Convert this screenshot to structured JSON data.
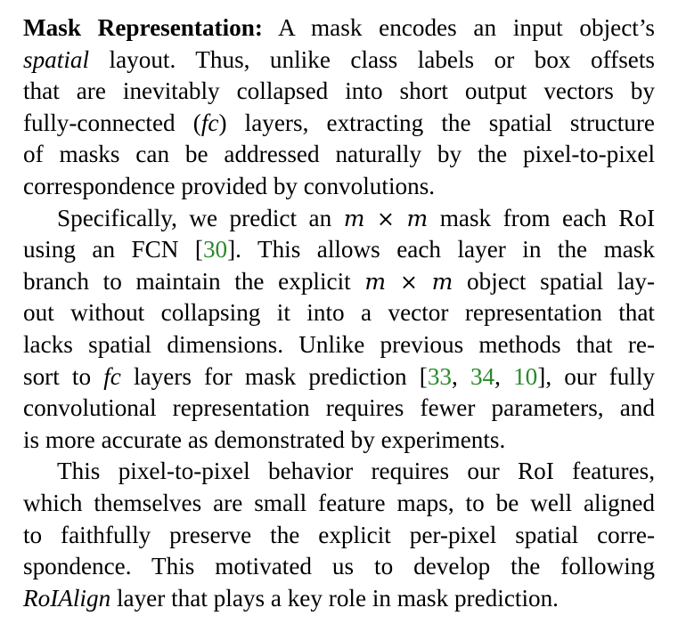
{
  "title": "Mask Representation:",
  "cite": {
    "r30": "30",
    "r33": "33",
    "r34": "34",
    "r10": "10"
  },
  "math": {
    "m": "m",
    "times": "×"
  },
  "p1": {
    "l1": "A mask encodes an input object’s",
    "l2a": "spatial",
    "l2b": "layout.  Thus, unlike class labels or box offsets",
    "l3": "that are inevitably collapsed into short output vectors by",
    "l4a": "fully-connected (",
    "l4b": "fc",
    "l4c": ") layers, extracting the spatial structure",
    "l5": "of masks can be addressed naturally by the pixel-to-pixel",
    "l6": "correspondence provided by convolutions."
  },
  "p2": {
    "l1a": "Specifically, we predict an",
    "l1b": "mask from each RoI",
    "l2a": "using an FCN [",
    "l2b": "].  This allows each layer in the mask",
    "l3a": "branch to maintain the explicit",
    "l3b": "object spatial lay-",
    "l4": "out without collapsing it into a vector representation that",
    "l5": "lacks spatial dimensions. Unlike previous methods that re-",
    "l6a": "sort to",
    "l6b": "fc",
    "l6c": "layers for mask prediction [",
    "l6sep": ", ",
    "l6d": "], our fully",
    "l7": "convolutional representation requires fewer parameters, and",
    "l8": "is more accurate as demonstrated by experiments."
  },
  "p3": {
    "l1": "This pixel-to-pixel behavior requires our RoI features,",
    "l2": "which themselves are small feature maps, to be well aligned",
    "l3": "to faithfully preserve the explicit per-pixel spatial corre-",
    "l4": "spondence.  This motivated us to develop the following",
    "l5a": "RoIAlign",
    "l5b": "layer that plays a key role in mask prediction."
  }
}
